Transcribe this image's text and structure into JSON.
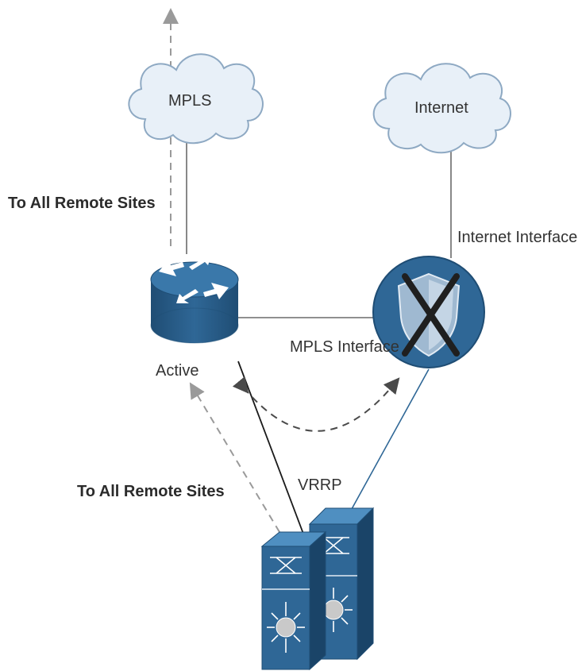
{
  "labels": {
    "mpls_cloud": "MPLS",
    "internet_cloud": "Internet",
    "remote_sites_top": "To All Remote Sites",
    "internet_interface": "Internet Interface",
    "mpls_interface": "MPLS Interface",
    "active": "Active",
    "vrrp": "VRRP",
    "remote_sites_bottom": "To All Remote Sites"
  },
  "icons": {
    "router": "router-icon",
    "firewall": "firewall-icon",
    "switch_front": "layer3-switch-icon",
    "switch_back": "layer3-switch-icon"
  },
  "colors": {
    "device_blue": "#2f6796",
    "device_dark": "#1f4d74",
    "cloud_fill": "#e8f0f8",
    "cloud_stroke": "#8ea9c3",
    "line": "#6b6b6b",
    "dashed": "#9a9a9a",
    "dashed_dark": "#4a4a4a",
    "blocked_x": "#1f1f1f"
  }
}
